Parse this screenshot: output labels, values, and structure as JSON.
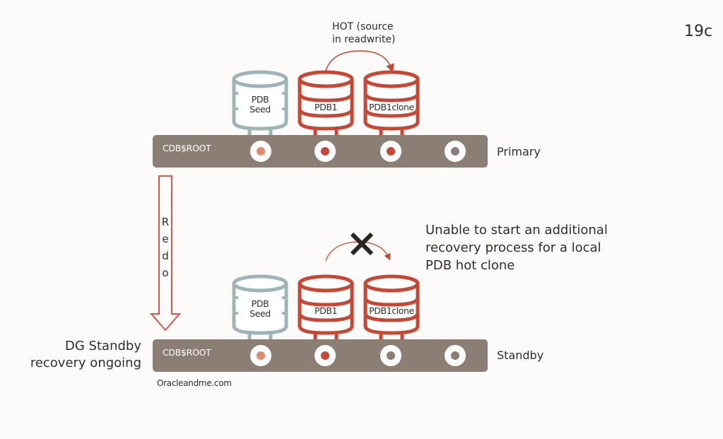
{
  "version": "19c",
  "hot_label": [
    "HOT (source",
    "in readwrite)"
  ],
  "primary": {
    "root_label": "CDB$ROOT",
    "role": "Primary",
    "pdbs": [
      {
        "name_lines": [
          "PDB",
          "Seed"
        ],
        "kind": "seed"
      },
      {
        "name_lines": [
          "PDB1"
        ],
        "kind": "pdb"
      },
      {
        "name_lines": [
          "PDB1clone"
        ],
        "kind": "pdb"
      }
    ],
    "node_colors": [
      "#e08d6f",
      "#c74634",
      "#c74634",
      "#8a7e75"
    ]
  },
  "standby": {
    "root_label": "CDB$ROOT",
    "role": "Standby",
    "pdbs": [
      {
        "name_lines": [
          "PDB",
          "Seed"
        ],
        "kind": "seed"
      },
      {
        "name_lines": [
          "PDB1"
        ],
        "kind": "pdb"
      },
      {
        "name_lines": [
          "PDB1clone"
        ],
        "kind": "pdb"
      }
    ],
    "node_colors": [
      "#e08d6f",
      "#c74634",
      "#8a7e75",
      "#8a7e75"
    ]
  },
  "redo_letters": [
    "R",
    "e",
    "d",
    "o"
  ],
  "error_message": [
    "Unable to start an additional",
    "recovery process for a local",
    "PDB hot clone"
  ],
  "dg_status": [
    "DG Standby",
    "recovery ongoing"
  ],
  "footer": "Oracleandme.com",
  "colors": {
    "red": "#c74634",
    "seed": "#9fb4b7",
    "bar": "#8a7e75",
    "arrow_outline": "#d9544c"
  },
  "icons": {
    "blocked": "x-mark-icon",
    "redo_arrow": "down-arrow-icon"
  }
}
